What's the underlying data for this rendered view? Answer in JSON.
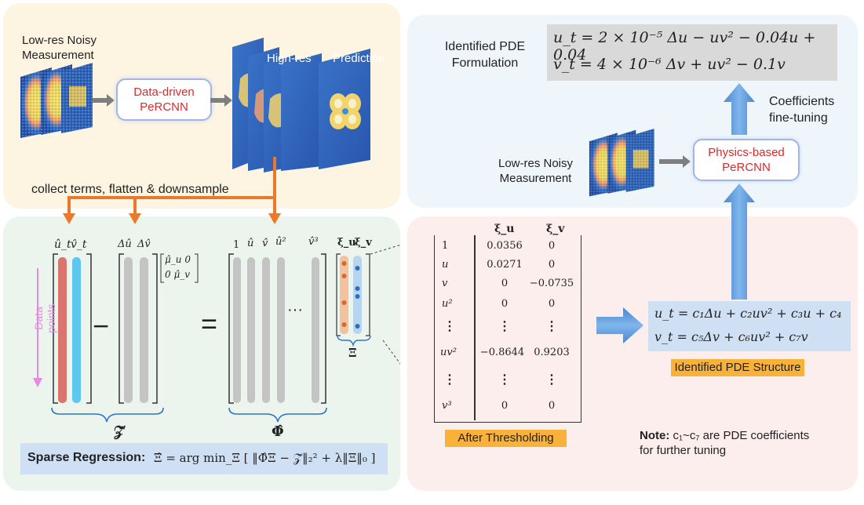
{
  "top_left": {
    "input_label_1": "Low-res Noisy",
    "input_label_2": "Measurement",
    "model_line_1": "Data-driven",
    "model_line_2": "PeRCNN",
    "output_label_1": "High-res",
    "output_label_2": "Prediction",
    "collect_label": "collect terms, flatten & downsample"
  },
  "top_right": {
    "pde_title_1": "Identified PDE",
    "pde_title_2": "Formulation",
    "eq_u": "u_t = 2 × 10⁻⁵ Δu − uv² − 0.04u + 0.04",
    "eq_v": "v_t = 4 × 10⁻⁶ Δv + uv² − 0.1v",
    "finetune_1": "Coefficients",
    "finetune_2": "fine-tuning",
    "input_label_1": "Low-res Noisy",
    "input_label_2": "Measurement",
    "model_line_1": "Physics-based",
    "model_line_2": "PeRCNN"
  },
  "bottom_left": {
    "data_points_label": "Data points",
    "lhs_headers": [
      "û_t",
      "v̂_t"
    ],
    "lap_headers": [
      "Δû",
      "Δv̂"
    ],
    "mu_matrix": [
      "μ̂_u  0",
      "0  μ̂_v"
    ],
    "minus": "−",
    "equals": "=",
    "library_headers": [
      "1",
      "û",
      "v̂",
      "û²",
      "v̂³"
    ],
    "dots": "···",
    "xi_headers": [
      "ξ_u",
      "ξ_v"
    ],
    "z_label": "𝒵̂",
    "phi_label": "Φ̂",
    "xi_label": "Ξ",
    "sparse_bold": "Sparse Regression:",
    "sparse_eq": "Ξ̂ = arg min_Ξ [ ‖Φ̂Ξ − 𝒵̂‖₂² + λ‖Ξ‖₀ ]"
  },
  "bottom_right": {
    "table_headers": [
      "ξ_u",
      "ξ_v"
    ],
    "table_rows": [
      {
        "term": "1",
        "xu": "0.0356",
        "xv": "0"
      },
      {
        "term": "u",
        "xu": "0.0271",
        "xv": "0"
      },
      {
        "term": "v",
        "xu": "0",
        "xv": "−0.0735"
      },
      {
        "term": "u²",
        "xu": "0",
        "xv": "0"
      },
      {
        "term": "⋮",
        "xu": "⋮",
        "xv": "⋮"
      },
      {
        "term": "uv²",
        "xu": "−0.8644",
        "xv": "0.9203"
      },
      {
        "term": "⋮",
        "xu": "⋮",
        "xv": "⋮"
      },
      {
        "term": "v³",
        "xu": "0",
        "xv": "0"
      }
    ],
    "after_label": "After Thresholding",
    "struct_u": "u_t = c₁Δu + c₂uv² + c₃u + c₄",
    "struct_v": "v_t = c₅Δv + c₆uv² + c₇v",
    "struct_label": "Identified PDE Structure",
    "note_bold": "Note:",
    "note_text_1": "c₁~c₇ are PDE coefficients",
    "note_text_2": "for further tuning"
  },
  "colors": {
    "panel_top_left": "#fdf5e1",
    "panel_top_right": "#eef6fc",
    "panel_bottom_left": "#ebf5ee",
    "panel_bottom_right": "#fdeeee",
    "arrow_orange": "#ea7a2b",
    "arrow_blue": "#4f93d8",
    "bar_red": "#d9746e",
    "bar_cyan": "#5ec7ef",
    "bar_gray": "#c4c4c4"
  }
}
